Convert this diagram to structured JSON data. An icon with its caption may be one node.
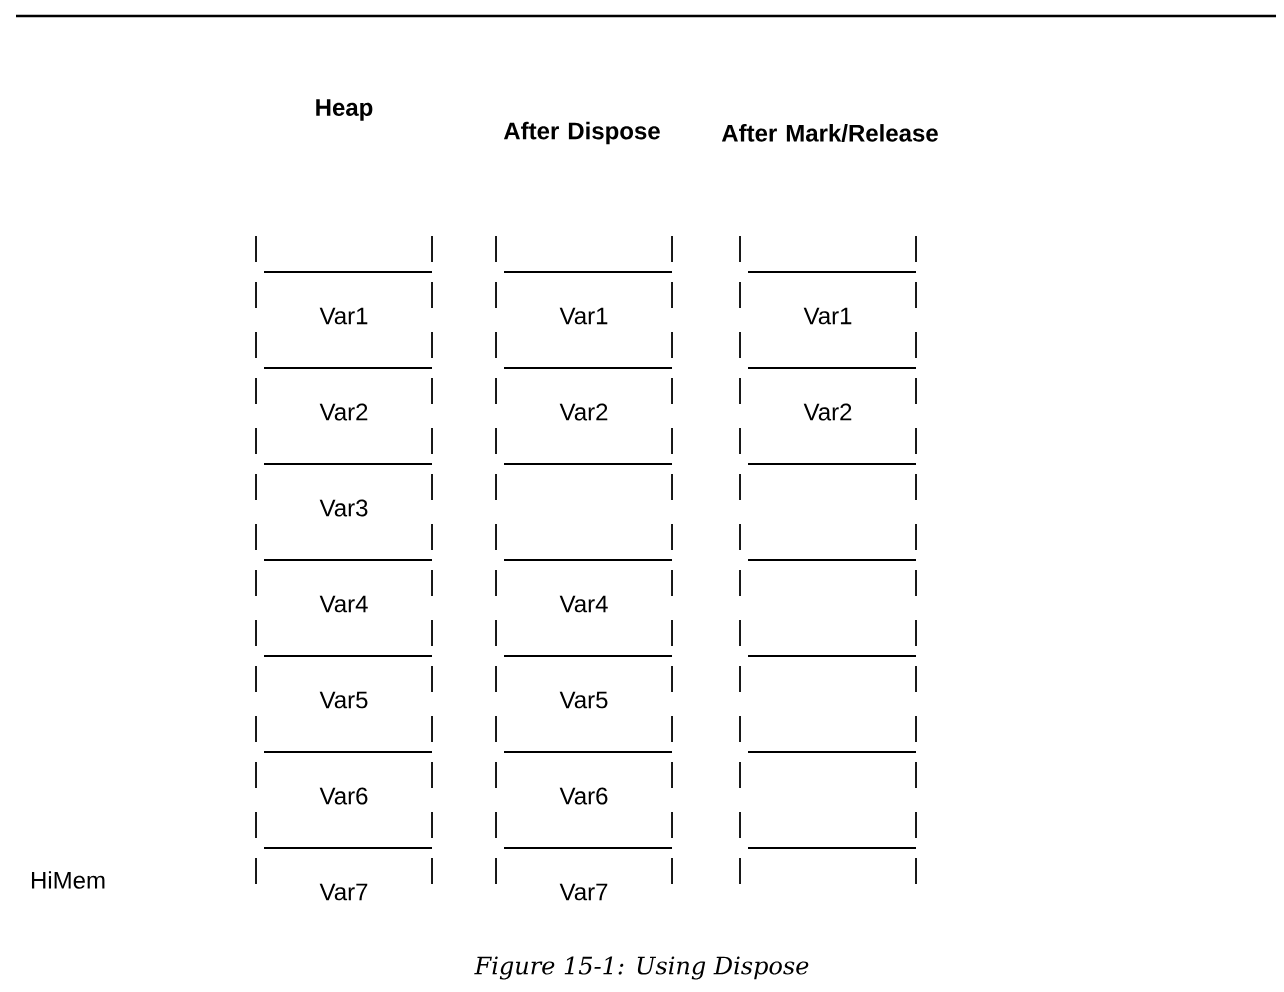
{
  "diagram": {
    "caption": "Figure 15-1: Using Dispose",
    "nodes": [
      {
        "text": [],
        "shape": "box"
      },
      {
        "text": [
          "Var1"
        ]
      },
      {
        "text": [
          "Var2"
        ]
      },
      {
        "text": [
          "Var3"
        ]
      },
      {
        "text": [
          "Var4"
        ]
      },
      {
        "text": [
          "Var5"
        ]
      },
      {
        "text": [
          "Var6"
        ]
      },
      {
        "text": [
          "Var7"
        ]
      },
      {
        "text": [],
        "shape": "box"
      },
      {
        "text": [
          "Var1"
        ]
      },
      {
        "text": [
          "Var2"
        ]
      },
      {
        "text": [],
        "shape": "box"
      },
      {
        "text": [
          "Var4"
        ]
      },
      {
        "text": [
          "Var5"
        ]
      },
      {
        "text": [
          "Var6"
        ]
      },
      {
        "text": [
          "Var7"
        ]
      },
      {
        "text": [],
        "shape": "box"
      },
      {
        "text": [
          "Var1"
        ]
      },
      {
        "text": [
          "Var2"
        ]
      },
      {
        "text": [],
        "shape": "box"
      },
      {
        "text": [],
        "shape": "box"
      },
      {
        "text": [],
        "shape": "box"
      },
      {
        "text": [],
        "shape": "box"
      },
      {
        "text": [],
        "shape": "box"
      }
    ],
    "labels": [
      "Heap",
      "After Dispose",
      "After Mark/Release",
      "HiMem"
    ]
  }
}
